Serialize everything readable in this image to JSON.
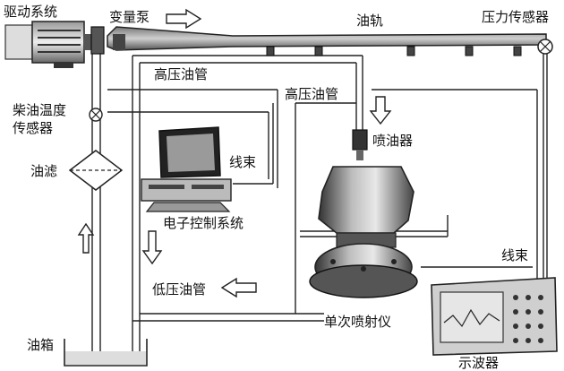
{
  "labels": {
    "drive_system": "驱动系统",
    "variable_pump": "变量泵",
    "rail": "油轨",
    "pressure_sensor": "压力传感器",
    "hp_pipe_1": "高压油管",
    "hp_pipe_2": "高压油管",
    "fuel_temp_sensor_line1": "柴油温度",
    "fuel_temp_sensor_line2": "传感器",
    "injector": "喷油器",
    "filter": "油滤",
    "harness_1": "线束",
    "ecu": "电子控制系统",
    "harness_2": "线束",
    "lp_pipe": "低压油管",
    "single_injection_meter": "单次喷射仪",
    "tank": "油箱",
    "oscilloscope": "示波器"
  }
}
